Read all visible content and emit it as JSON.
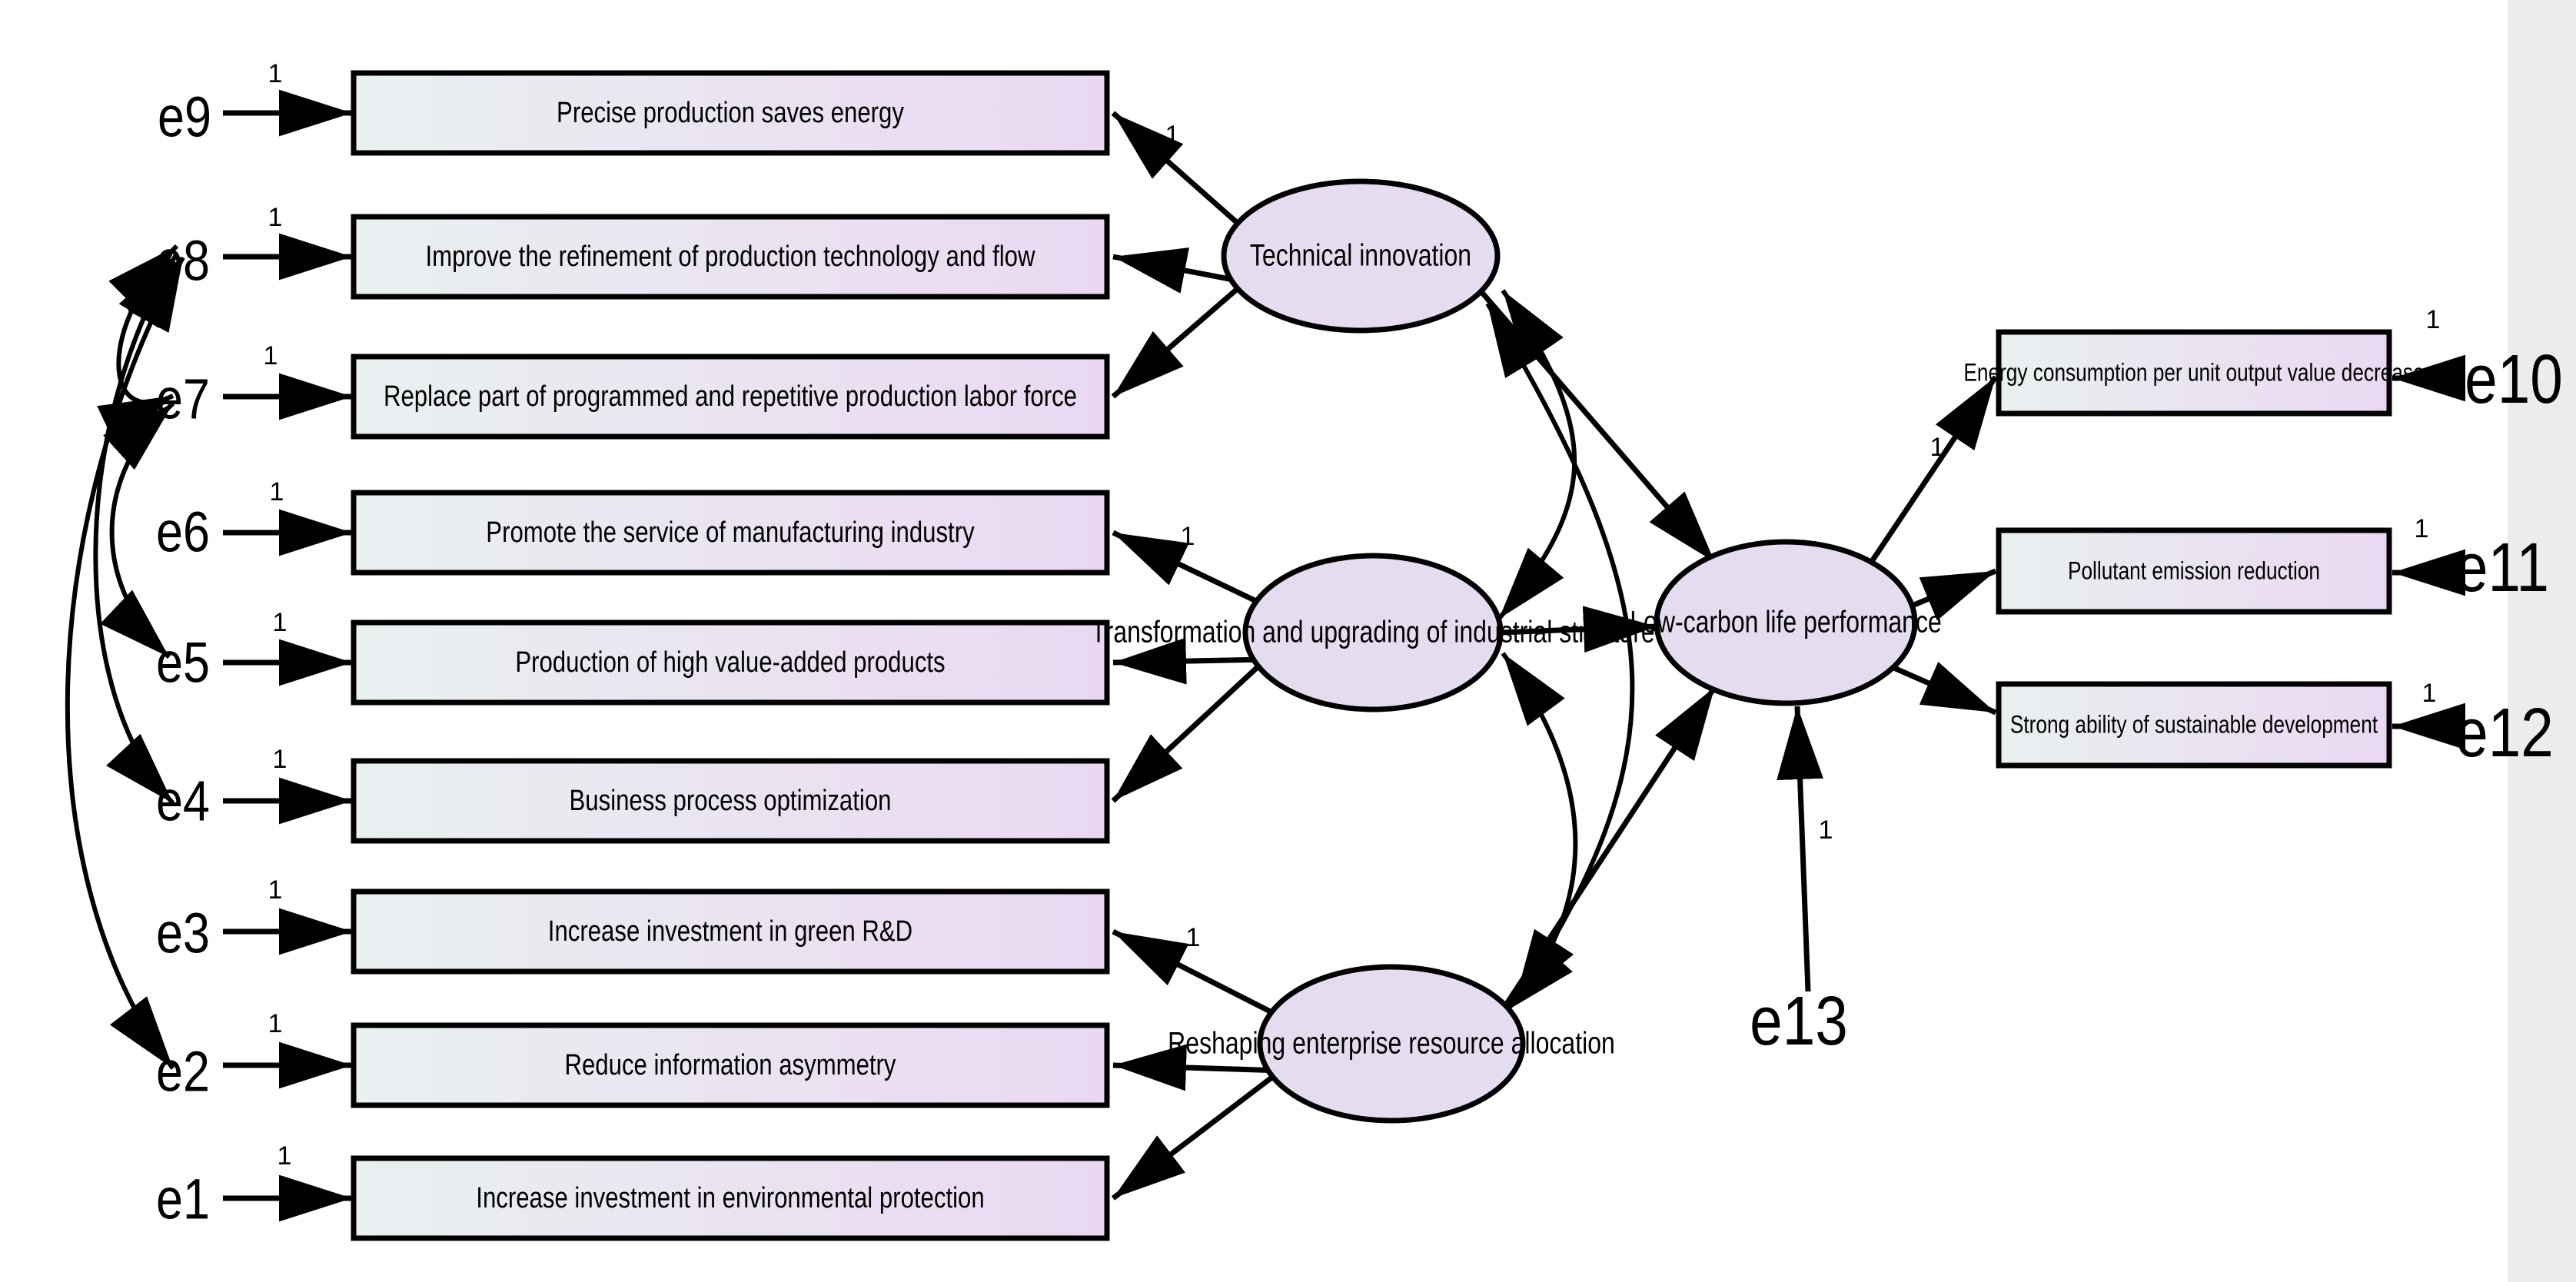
{
  "colors": {
    "box_fill_start": "#e9f0f0",
    "box_fill_end": "#ead8f2",
    "ellipse_fill": "#e6dcf0",
    "stroke": "#000000",
    "side_strip": "#ececec"
  },
  "path_label": "1",
  "indicators": [
    {
      "id": "b1",
      "label": "Precise production saves energy"
    },
    {
      "id": "b2",
      "label": "Improve the refinement of production technology and flow"
    },
    {
      "id": "b3",
      "label": "Replace part of programmed and repetitive production labor force"
    },
    {
      "id": "b4",
      "label": "Promote the service of manufacturing industry"
    },
    {
      "id": "b5",
      "label": "Production of high value-added products"
    },
    {
      "id": "b6",
      "label": "Business process optimization"
    },
    {
      "id": "b7",
      "label": "Increase investment in green R&D"
    },
    {
      "id": "b8",
      "label": "Reduce information asymmetry"
    },
    {
      "id": "b9",
      "label": "Increase investment in environmental protection"
    },
    {
      "id": "r1",
      "label": "Energy consumption per unit output value decrease"
    },
    {
      "id": "r2",
      "label": "Pollutant emission reduction"
    },
    {
      "id": "r3",
      "label": "Strong ability of sustainable development"
    }
  ],
  "latents": [
    {
      "id": "L1",
      "label": "Technical innovation"
    },
    {
      "id": "L2",
      "label": "Transformation and upgrading of industrial structure"
    },
    {
      "id": "L3",
      "label": "Reshaping enterprise resource allocation"
    },
    {
      "id": "L4",
      "label": "Low-carbon life performance"
    }
  ],
  "errors": [
    {
      "id": "e9",
      "label": "e9"
    },
    {
      "id": "e8",
      "label": "e8"
    },
    {
      "id": "e7",
      "label": "e7"
    },
    {
      "id": "e6",
      "label": "e6"
    },
    {
      "id": "e5",
      "label": "e5"
    },
    {
      "id": "e4",
      "label": "e4"
    },
    {
      "id": "e3",
      "label": "e3"
    },
    {
      "id": "e2",
      "label": "e2"
    },
    {
      "id": "e1",
      "label": "e1"
    },
    {
      "id": "e10",
      "label": "e10"
    },
    {
      "id": "e11",
      "label": "e11"
    },
    {
      "id": "e12",
      "label": "e12"
    },
    {
      "id": "e13",
      "label": "e13"
    }
  ]
}
